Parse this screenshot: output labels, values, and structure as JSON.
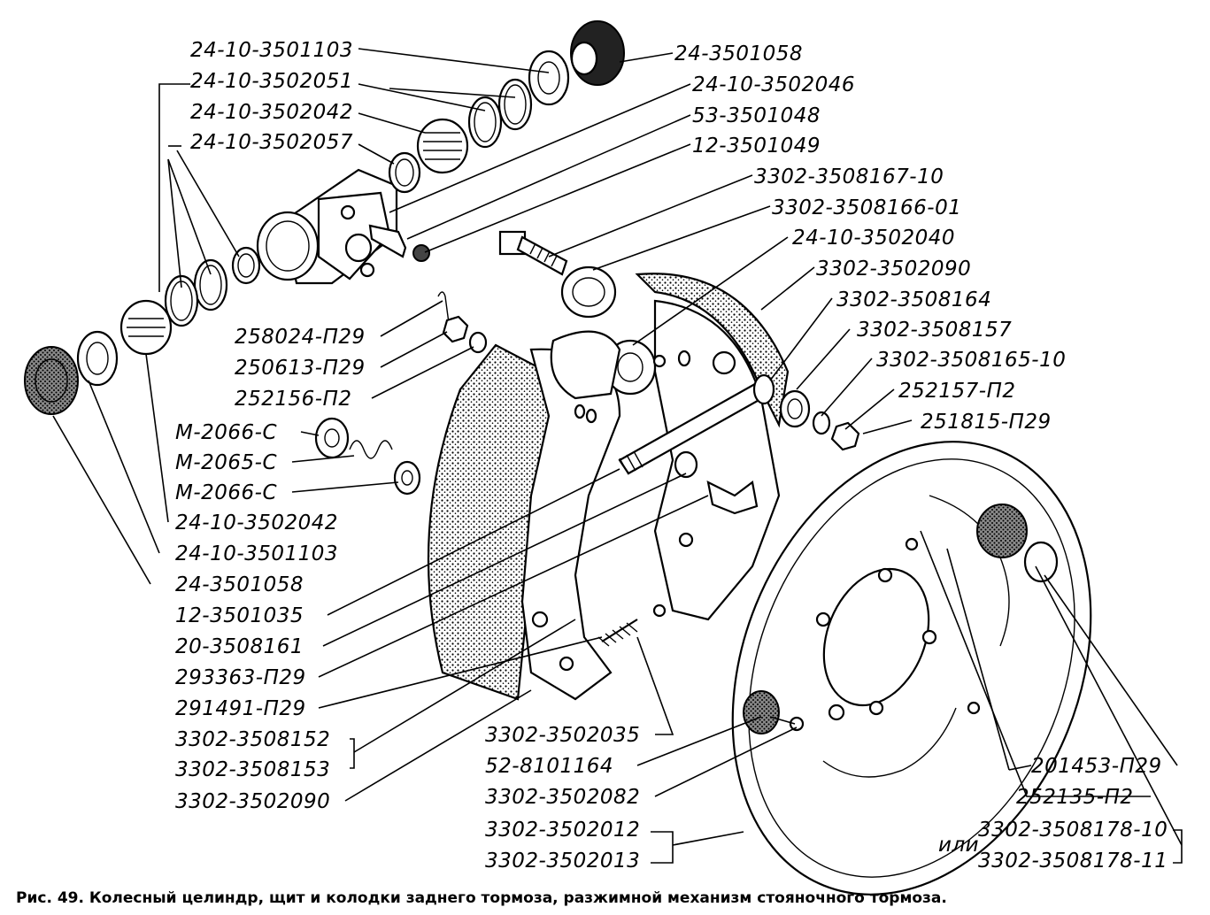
{
  "labels_left": [
    "24-10-3501103",
    "24-10-3502051",
    "24-10-3502042",
    "24-10-3502057",
    "258024-П29",
    "250613-П29",
    "252156-П2",
    "М-2066-С",
    "М-2065-С",
    "М-2066-С",
    "24-10-3502042",
    "24-10-3501103",
    "24-3501058",
    "12-3501035",
    "20-3508161",
    "293363-П29",
    "291491-П29",
    "3302-3508152",
    "3302-3508153",
    "3302-3502090"
  ],
  "labels_right": [
    "24-3501058",
    "24-10-3502046",
    "53-3501048",
    "12-3501049",
    "3302-3508167-10",
    "3302-3508166-01",
    "24-10-3502040",
    "3302-3502090",
    "3302-3508164",
    "3302-3508157",
    "3302-3508165-10",
    "252157-П2",
    "251815-П29"
  ],
  "labels_bottom_center": [
    "3302-3502035",
    "52-8101164",
    "3302-3502082",
    "3302-3502012",
    "3302-3502013"
  ],
  "labels_bottom_right": [
    "201453-П29",
    "252135-П2",
    "3302-3508178-10",
    "3302-3508178-11"
  ],
  "or_word": "или",
  "caption": "Рис. 49. Колесный целиндр, щит и колодки заднего тормоза, разжимной механизм стояночного тормоза."
}
